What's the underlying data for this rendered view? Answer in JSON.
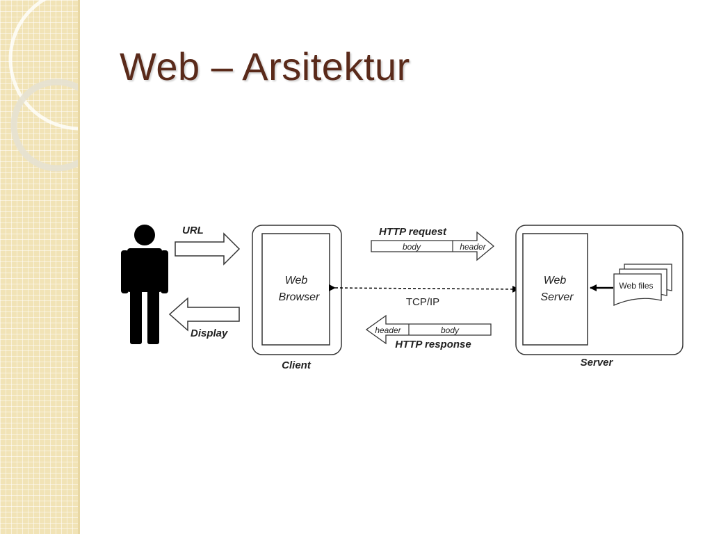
{
  "slide": {
    "title": "Web – Arsitektur"
  },
  "diagram": {
    "url_label": "URL",
    "display_label": "Display",
    "browser_label_line1": "Web",
    "browser_label_line2": "Browser",
    "client_label": "Client",
    "request_label": "HTTP request",
    "request_body": "body",
    "request_header": "header",
    "tcpip_label": "TCP/IP",
    "response_header": "header",
    "response_body": "body",
    "response_label": "HTTP response",
    "server_label_line1": "Web",
    "server_label_line2": "Server",
    "server_caption": "Server",
    "web_files_label": "Web files"
  },
  "colors": {
    "title": "#5a2a1a",
    "strip": "#f1e3b6"
  }
}
